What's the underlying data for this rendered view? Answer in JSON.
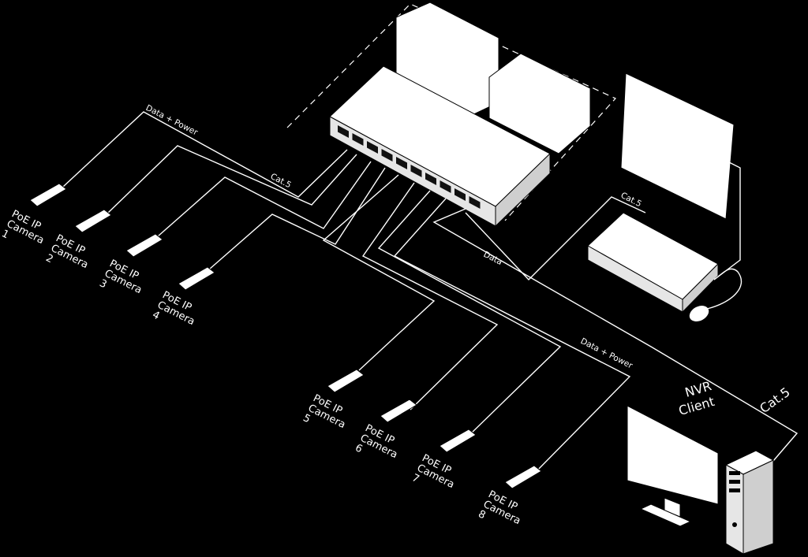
{
  "labels": {
    "data_power_top": "Data + Power",
    "cat5_switch": "Cat.5",
    "cat5_nvr": "Cat.5",
    "data": "Data",
    "data_power_bottom": "Data + Power",
    "nvr_client": [
      "NVR",
      "Client"
    ],
    "cat5_client": "Cat.5"
  },
  "cameras": [
    {
      "line1": "PoE IP",
      "line2": "Camera",
      "number": "1"
    },
    {
      "line1": "PoE IP",
      "line2": "Camera",
      "number": "2"
    },
    {
      "line1": "PoE IP",
      "line2": "Camera",
      "number": "3"
    },
    {
      "line1": "PoE IP",
      "line2": "Camera",
      "number": "4"
    },
    {
      "line1": "PoE IP",
      "line2": "Camera",
      "number": "5"
    },
    {
      "line1": "PoE IP",
      "line2": "Camera",
      "number": "6"
    },
    {
      "line1": "PoE IP",
      "line2": "Camera",
      "number": "7"
    },
    {
      "line1": "PoE IP",
      "line2": "Camera",
      "number": "8"
    }
  ],
  "colors": {
    "background": "#000000",
    "foreground": "#ffffff"
  }
}
